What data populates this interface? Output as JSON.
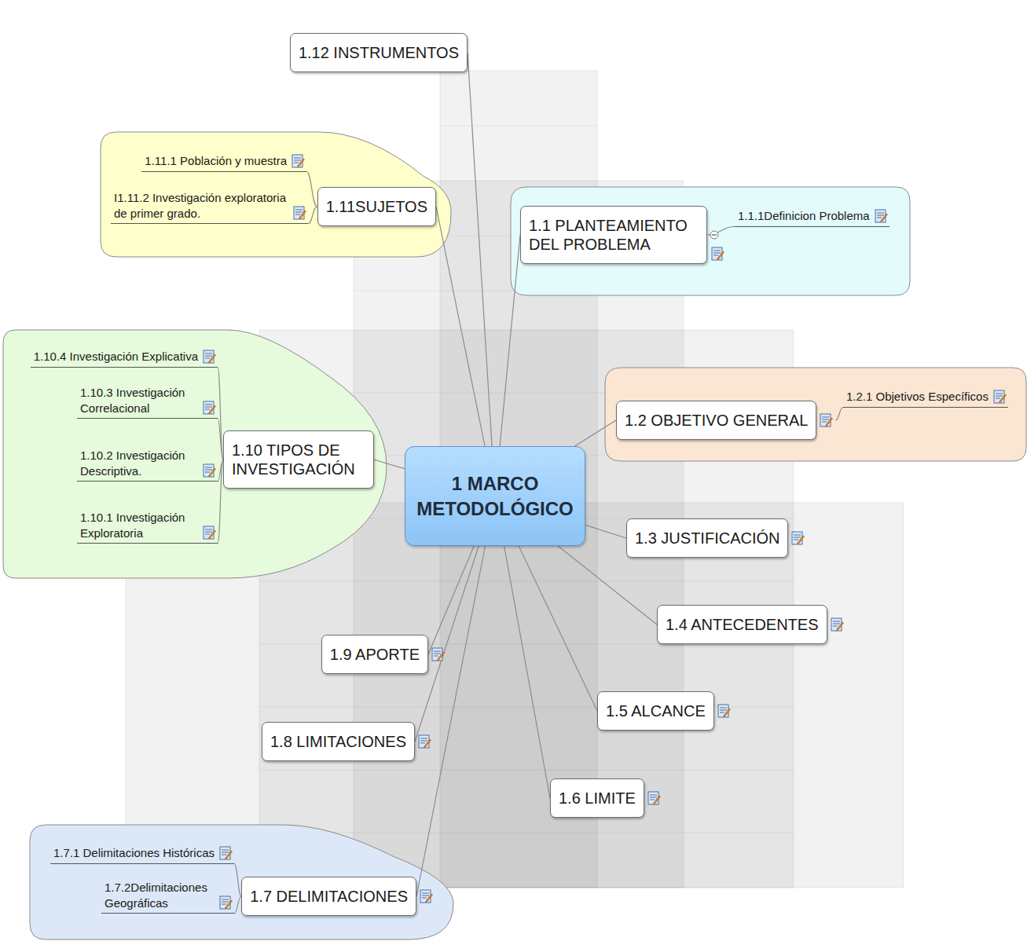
{
  "diagram": {
    "nodes": [
      {
        "text": [
          "1 MARCO METODOLÓGICO"
        ]
      },
      {
        "text": [
          "1.12 INSTRUMENTOS"
        ]
      },
      {
        "text": [
          "1.11SUJETOS"
        ]
      },
      {
        "text": [
          "1.11.1 Población y muestra"
        ]
      },
      {
        "text": [
          "I1.11.2 Investigación exploratoria de primer grado."
        ]
      },
      {
        "text": [
          "1.1 PLANTEAMIENTO DEL PROBLEMA"
        ]
      },
      {
        "text": [
          "1.1.1Definicion Problema"
        ]
      },
      {
        "text": [
          "1.2 OBJETIVO GENERAL"
        ]
      },
      {
        "text": [
          "1.2.1 Objetivos Específicos"
        ]
      },
      {
        "text": [
          "1.3 JUSTIFICACIÓN"
        ]
      },
      {
        "text": [
          "1.4 ANTECEDENTES"
        ]
      },
      {
        "text": [
          "1.5 ALCANCE"
        ]
      },
      {
        "text": [
          "1.6 LIMITE"
        ]
      },
      {
        "text": [
          "1.7 DELIMITACIONES"
        ]
      },
      {
        "text": [
          "1.7.1 Delimitaciones Históricas"
        ]
      },
      {
        "text": [
          "1.7.2Delimitaciones Geográficas"
        ]
      },
      {
        "text": [
          "1.8 LIMITACIONES"
        ]
      },
      {
        "text": [
          "1.9 APORTE"
        ]
      },
      {
        "text": [
          "1.10 TIPOS DE INVESTIGACIÓN"
        ]
      },
      {
        "text": [
          "1.10.4 Investigación Explicativa"
        ]
      },
      {
        "text": [
          "1.10.3 Investigación Correlacional"
        ]
      },
      {
        "text": [
          "1.10.2 Investigación Descriptiva."
        ]
      },
      {
        "text": [
          "1.10.1 Investigación Exploratoria"
        ]
      }
    ],
    "edges": [
      {
        "from": 0,
        "to": 1,
        "arrow": "none"
      },
      {
        "from": 0,
        "to": 2,
        "arrow": "none"
      },
      {
        "from": 2,
        "to": 3,
        "arrow": "none"
      },
      {
        "from": 2,
        "to": 4,
        "arrow": "none"
      },
      {
        "from": 0,
        "to": 5,
        "arrow": "none"
      },
      {
        "from": 5,
        "to": 6,
        "arrow": "none"
      },
      {
        "from": 0,
        "to": 7,
        "arrow": "none"
      },
      {
        "from": 7,
        "to": 8,
        "arrow": "none"
      },
      {
        "from": 0,
        "to": 9,
        "arrow": "none"
      },
      {
        "from": 0,
        "to": 10,
        "arrow": "none"
      },
      {
        "from": 0,
        "to": 11,
        "arrow": "none"
      },
      {
        "from": 0,
        "to": 12,
        "arrow": "none"
      },
      {
        "from": 0,
        "to": 13,
        "arrow": "none"
      },
      {
        "from": 13,
        "to": 14,
        "arrow": "none"
      },
      {
        "from": 13,
        "to": 15,
        "arrow": "none"
      },
      {
        "from": 0,
        "to": 16,
        "arrow": "none"
      },
      {
        "from": 0,
        "to": 17,
        "arrow": "none"
      },
      {
        "from": 0,
        "to": 18,
        "arrow": "none"
      },
      {
        "from": 18,
        "to": 19,
        "arrow": "none"
      },
      {
        "from": 18,
        "to": 20,
        "arrow": "none"
      },
      {
        "from": 18,
        "to": 21,
        "arrow": "none"
      },
      {
        "from": 18,
        "to": 22,
        "arrow": "none"
      }
    ]
  }
}
